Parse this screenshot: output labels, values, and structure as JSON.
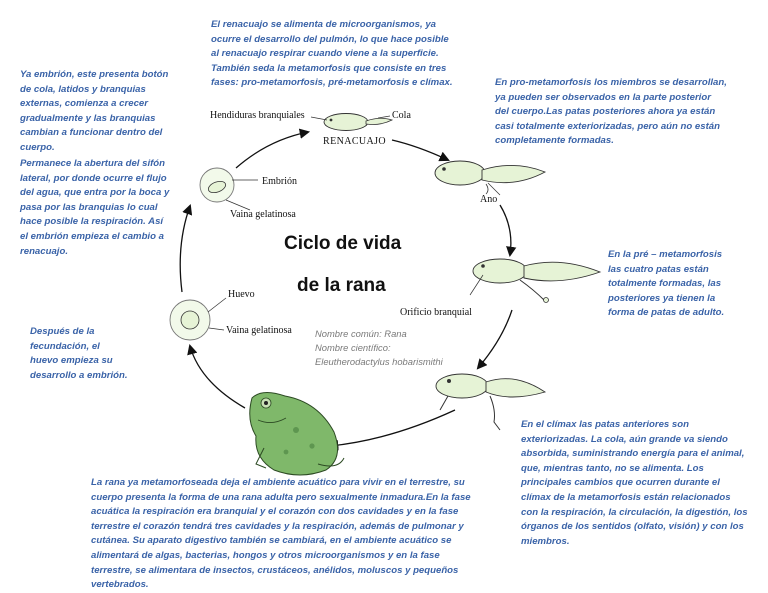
{
  "title": {
    "line1": "Ciclo de vida",
    "line2": "de la rana"
  },
  "species": {
    "common": "Nombre común: Rana",
    "scientific_label": "Nombre científico:",
    "scientific_name": "Eleutherodactylus hobarismithi"
  },
  "labels": {
    "hendiduras": "Hendiduras branquiales",
    "cola": "Cola",
    "renacuajo": "RENACUAJO",
    "embrion": "Embrión",
    "vaina1": "Vaina gelatinosa",
    "ano": "Ano",
    "orificio": "Orificio branquial",
    "huevo": "Huevo",
    "vaina2": "Vaina gelatinosa"
  },
  "notes": {
    "top": "El renacuajo se alimenta de microorganismos, ya ocurre el desarrollo del pulmón, lo que hace posible al renacuajo respirar cuando viene a la superficie. También seda la metamorfosis que consiste en tres fases: pro-metamorfosis, pré-metamorfosis e clímax.",
    "left_top": "Ya embrión, este presenta botón de cola, latidos y branquias externas, comienza a crecer gradualmente y las branquias cambian a funcionar dentro del cuerpo.",
    "left_mid": "Permanece la abertura del sifón lateral, por donde ocurre el flujo del agua, que entra por la boca y pasa por las branquias lo cual hace posible la respiración. Así el embrión empieza el cambio a renacuajo.",
    "left_bottom": "Después de la fecundación, el huevo empieza su desarrollo a embrión.",
    "right_top": "En pro-metamorfosis los miembros se desarrollan, ya pueden ser observados en la parte posterior del cuerpo.Las patas posteriores ahora ya están casi totalmente exteriorizadas, pero aún no están completamente formadas.",
    "right_mid": "En la pré – metamorfosis las cuatro patas están totalmente formadas, las posteriores ya tienen la forma de patas de adulto.",
    "right_bottom": "En el clímax las patas anteriores son exteriorizadas. La cola, aún grande va siendo absorbida, suministrando energía para el animal, que, mientras tanto, no se alimenta. Los principales cambios que ocurren durante el clímax de la metamorfosis están relacionados con la respiración, la circulación, la digestión, los órganos de los sentidos (olfato, visión) y con los miembros.",
    "bottom": "La rana ya metamorfoseada deja el ambiente acuático para vivir en el terrestre, su cuerpo presenta la forma de una rana adulta pero sexualmente inmadura.En la fase acuática la respiración era branquial y el corazón con dos cavidades y en la fase terrestre el corazón tendrá tres cavidades y la respiración, además de pulmonar y cutánea. Su aparato digestivo también se cambiará, en el ambiente acuático se alimentará de algas, bacterias, hongos y otros microorganismos y en la fase terrestre, se alimentara de insectos, crustáceos, anélidos, moluscos y pequeños vertebrados."
  },
  "colors": {
    "note_text": "#3a63a8",
    "stage_fill": "#e6f3d6",
    "frog_green": "#7fb86a"
  }
}
